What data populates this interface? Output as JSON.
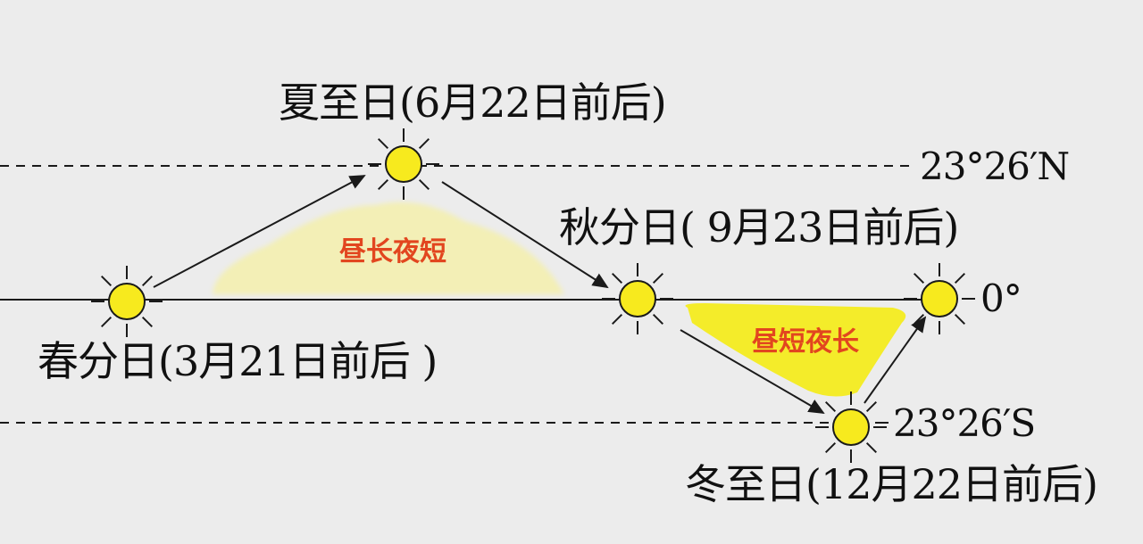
{
  "labels": {
    "summer_solstice": "夏至日(6月22日前后)",
    "autumn_equinox": "秋分日( 9月23日前后)",
    "spring_equinox": "春分日(3月21日前后 )",
    "winter_solstice": "冬至日(12月22日前后)"
  },
  "latitudes": {
    "north": "23°26′N",
    "equator": "0°",
    "south": "23°26′S"
  },
  "regions": {
    "long_day": "昼长夜短",
    "short_day": "昼短夜长"
  },
  "colors": {
    "background": "#ececec",
    "line": "#1a1a1a",
    "sun_fill": "#f7ea1e",
    "region_long_fill": "#f3efb6",
    "region_short_fill": "#f4ec2a",
    "region_text": "#e2461f"
  },
  "icons": [
    "sun-icon",
    "arrow-icon"
  ]
}
